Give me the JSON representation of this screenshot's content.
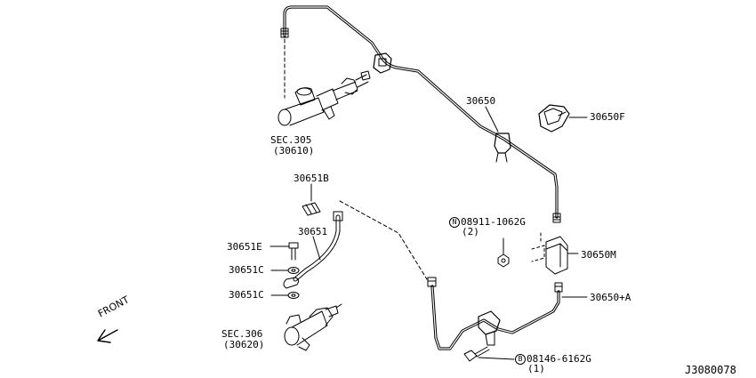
{
  "labels": {
    "p30650": "30650",
    "p30650f": "30650F",
    "sec305": "SEC.305",
    "sec305_sub": "(30610)",
    "p30651b": "30651B",
    "p30651": "30651",
    "p30651e": "30651E",
    "p30651c_a": "30651C",
    "p30651c_b": "30651C",
    "nut_mark": "N",
    "nut_part": "08911-1062G",
    "nut_qty": "(2)",
    "p30650m": "30650M",
    "p30650a": "30650+A",
    "sec306": "SEC.306",
    "sec306_sub": "(30620)",
    "bolt_mark": "B",
    "bolt_part": "08146-6162G",
    "bolt_qty": "(1)",
    "front": "FRONT",
    "diagram_code": "J3080078"
  }
}
